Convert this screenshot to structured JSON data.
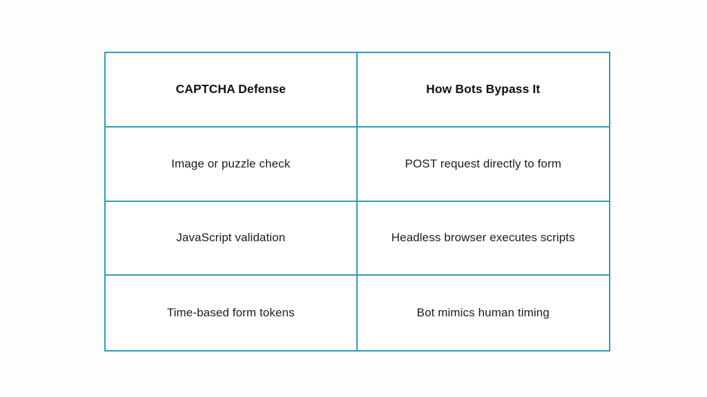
{
  "colors": {
    "border": "#2E9BB4",
    "text": "#1c1c1c",
    "background": "#fdfdfd",
    "cell_background": "#ffffff"
  },
  "table": {
    "headers": [
      "CAPTCHA Defense",
      "How Bots Bypass It"
    ],
    "rows": [
      [
        "Image or puzzle check",
        "POST request directly to form"
      ],
      [
        "JavaScript validation",
        "Headless browser executes scripts"
      ],
      [
        "Time-based form tokens",
        "Bot mimics human timing"
      ]
    ]
  },
  "chart_data": {
    "type": "table",
    "title": "",
    "columns": [
      "CAPTCHA Defense",
      "How Bots Bypass It"
    ],
    "rows": [
      [
        "Image or puzzle check",
        "POST request directly to form"
      ],
      [
        "JavaScript validation",
        "Headless browser executes scripts"
      ],
      [
        "Time-based form tokens",
        "Bot mimics human timing"
      ]
    ],
    "layout_hints": {
      "columns_count": 2,
      "rows_count": 4,
      "header_bold": true,
      "border_color": "#2E9BB4",
      "grid": "all-cell-borders",
      "alignment": "center"
    }
  }
}
